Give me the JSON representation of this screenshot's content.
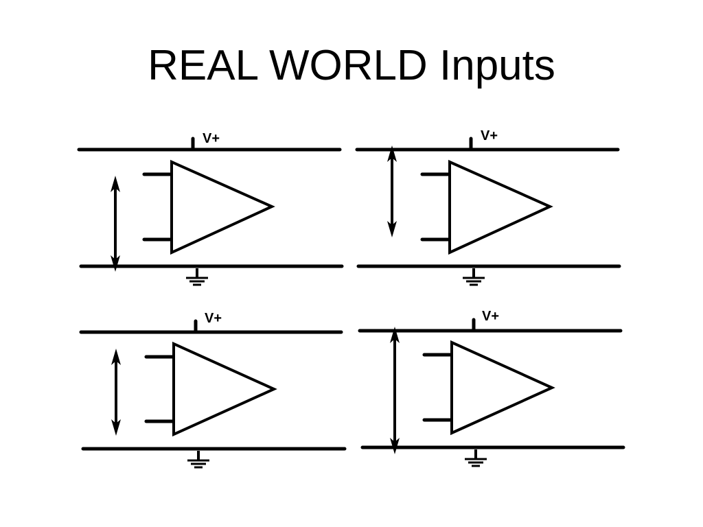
{
  "slide": {
    "title": "REAL WORLD Inputs"
  },
  "circuits": [
    {
      "supply_label": "V+"
    },
    {
      "supply_label": "V+"
    },
    {
      "supply_label": "V+"
    },
    {
      "supply_label": "V+"
    }
  ],
  "colors": {
    "background": "#ffffff",
    "ink": "#000000"
  },
  "icons": [
    "op-amp-symbol",
    "ground-symbol",
    "double-arrow-icon"
  ]
}
